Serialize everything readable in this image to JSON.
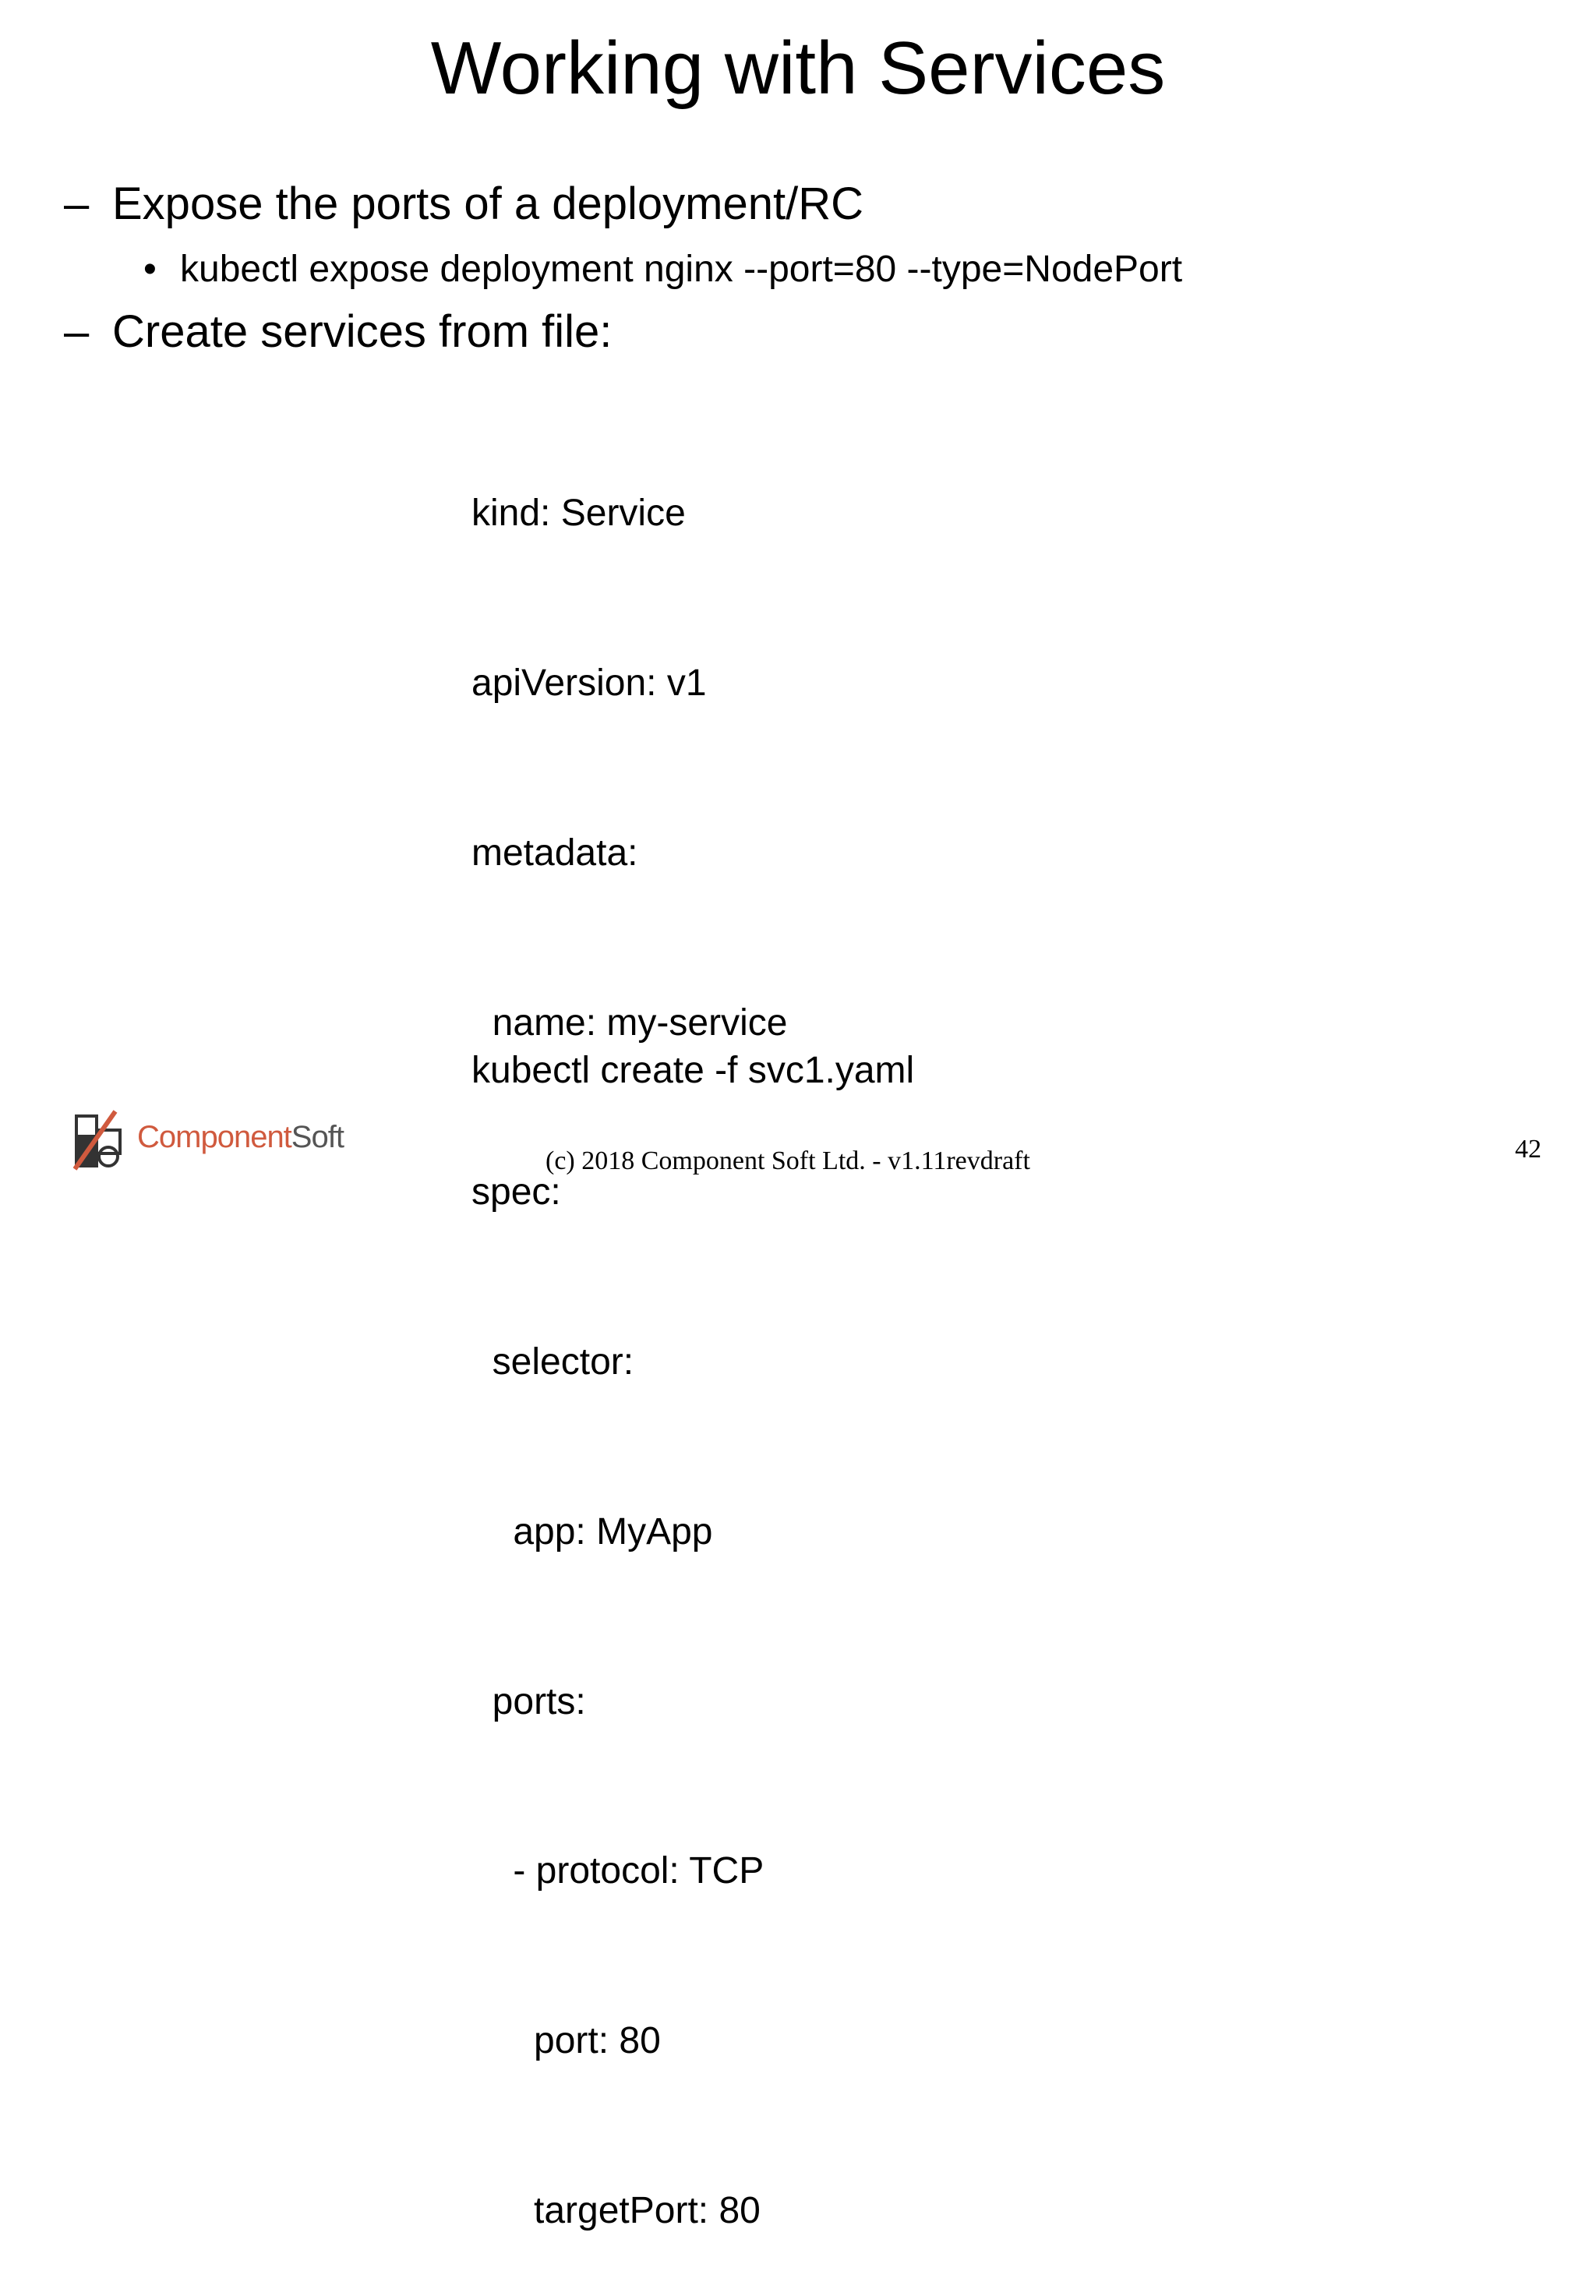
{
  "slide": {
    "title": "Working with Services",
    "bullets": [
      {
        "marker": "–",
        "text": "Expose the ports of a deployment/RC",
        "sub": [
          {
            "marker": "•",
            "text": "kubectl expose deployment nginx --port=80 --type=NodePort"
          }
        ]
      },
      {
        "marker": "–",
        "text": "Create services from file:"
      }
    ],
    "code_lines": [
      "kind: Service",
      "apiVersion: v1",
      "metadata:",
      "  name: my-service",
      "spec:",
      "  selector:",
      "    app: MyApp",
      "  ports:",
      "    - protocol: TCP",
      "      port: 80",
      "      targetPort: 80",
      ""
    ],
    "command": "kubectl create -f svc1.yaml"
  },
  "footer": {
    "logo_text_a": "Component",
    "logo_text_b": "Soft",
    "copyright": "(c) 2018 Component Soft Ltd. - v1.11revdraft",
    "page_number": "42"
  },
  "colors": {
    "logo_accent": "#d05a3e",
    "logo_text_gray": "#555555",
    "logo_dark": "#333333"
  }
}
